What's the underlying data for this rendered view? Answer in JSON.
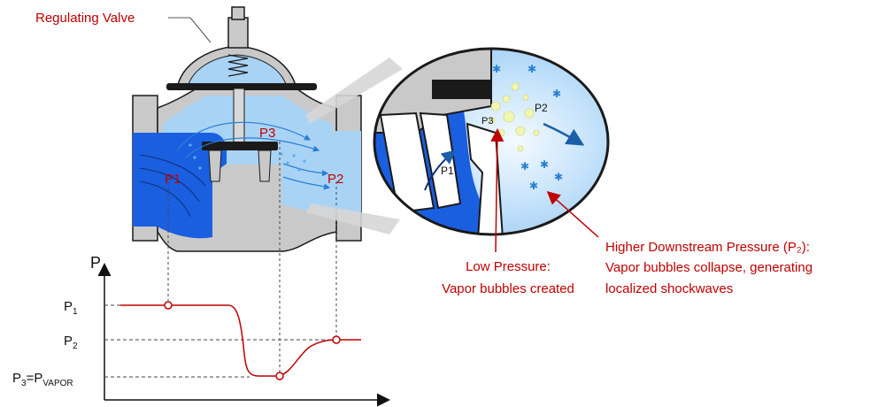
{
  "labels": {
    "regulating_valve": "Regulating Valve",
    "p1": "P1",
    "p2": "P2",
    "p3": "P3",
    "zoom_p1": "P1",
    "zoom_p2": "P2",
    "zoom_p3": "P3",
    "low_pressure_line1": "Low Pressure:",
    "low_pressure_line2": "Vapor bubbles created",
    "high_pressure_line1": "Higher Downstream Pressure (P₂):",
    "high_pressure_line2": "Vapor bubbles collapse, generating",
    "high_pressure_line3": "localized shockwaves"
  },
  "graph": {
    "y_axis_label": "P",
    "tick_p1": {
      "main": "P",
      "sub": "1"
    },
    "tick_p2": {
      "main": "P",
      "sub": "2"
    },
    "tick_p3": {
      "main": "P",
      "sub_left": "3",
      "eq": "=P",
      "sub_right": "VAPOR"
    }
  },
  "colors": {
    "red": "#c00000",
    "water_dark": "#1a5fe0",
    "water_light": "#a9d3f5",
    "steel": "#c9c9c9",
    "outline": "#1a1a1a"
  }
}
